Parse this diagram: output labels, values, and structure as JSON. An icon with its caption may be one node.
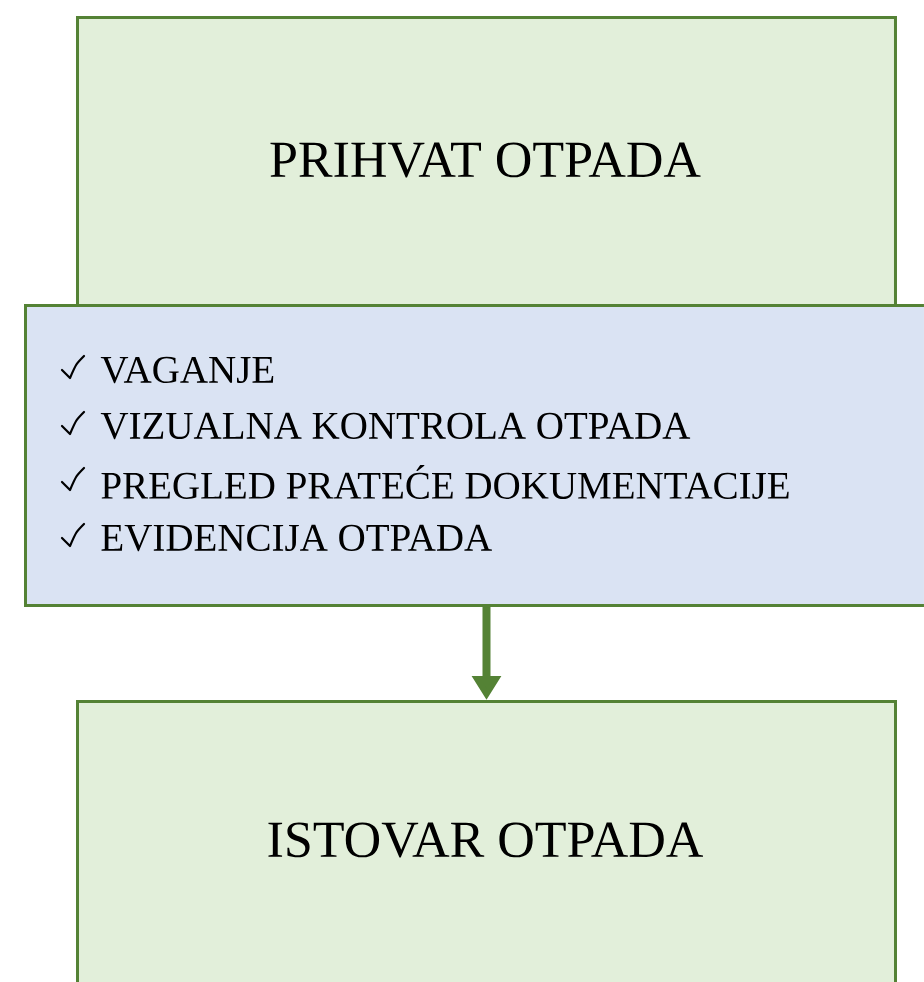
{
  "diagram": {
    "nodes": [
      {
        "text": [
          "PRIHVAT OTPADA"
        ]
      },
      {
        "text": [
          "VAGANJE",
          "VIZUALNA  KONTROLA OTPADA",
          "PREGLED PRATEĆE DOKUMENTACIJE",
          "EVIDENCIJA  OTPADA"
        ]
      },
      {
        "text": [
          "ISTOVAR OTPADA"
        ]
      }
    ],
    "edges": [
      {
        "from": 1,
        "to": 2,
        "arrow": "to"
      }
    ]
  }
}
